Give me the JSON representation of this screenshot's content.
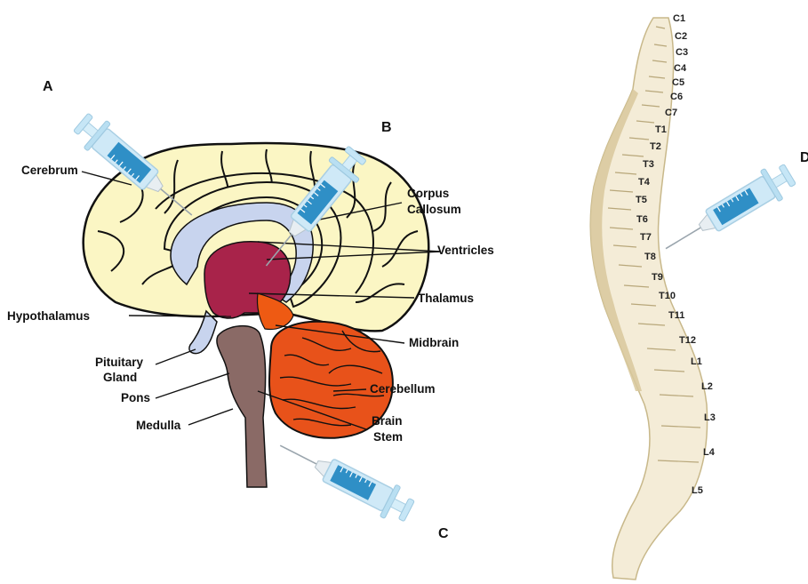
{
  "brain_labels": {
    "cerebrum": "Cerebrum",
    "corpus_callosum_1": "Corpus",
    "corpus_callosum_2": "Callosum",
    "ventricles": "Ventricles",
    "thalamus": "Thalamus",
    "hypothalamus": "Hypothalamus",
    "midbrain": "Midbrain",
    "pituitary_1": "Pituitary",
    "pituitary_2": "Gland",
    "pons": "Pons",
    "cerebellum": "Cerebellum",
    "medulla": "Medulla",
    "brain_stem_1": "Brain",
    "brain_stem_2": "Stem"
  },
  "syringe_letters": {
    "a": "A",
    "b": "B",
    "c": "C",
    "d": "D"
  },
  "vertebrae": [
    "C1",
    "C2",
    "C3",
    "C4",
    "C5",
    "C6",
    "C7",
    "T1",
    "T2",
    "T3",
    "T4",
    "T5",
    "T6",
    "T7",
    "T8",
    "T9",
    "T10",
    "T11",
    "T12",
    "L1",
    "L2",
    "L3",
    "L4",
    "L5"
  ],
  "colors": {
    "cerebrum": "#fbf6c4",
    "ventricle": "#c8d4ee",
    "thalamus": "#a8234a",
    "midbrain": "#ee5a13",
    "cerebellum": "#e8521a",
    "stem": "#8a6a66",
    "bone": "#f4ecd7",
    "bone_shade": "#d8c89c",
    "syringe_barrel": "#bfe3f4",
    "syringe_fluid": "#2f8fc6"
  }
}
